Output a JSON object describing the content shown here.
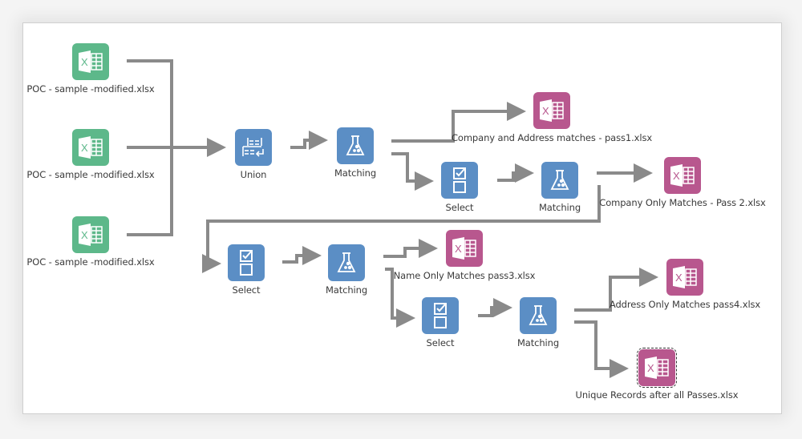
{
  "diagram": {
    "title": "Matching workflow",
    "colors": {
      "input_file": "#5db88a",
      "tool": "#5b8ec5",
      "output_file": "#b8578e",
      "connector": "#8a8a8a"
    },
    "inputs": [
      {
        "id": "in1",
        "label": "POC - sample -modified.xlsx",
        "icon": "excel-icon"
      },
      {
        "id": "in2",
        "label": "POC - sample -modified.xlsx",
        "icon": "excel-icon"
      },
      {
        "id": "in3",
        "label": "POC - sample -modified.xlsx",
        "icon": "excel-icon"
      }
    ],
    "tools": [
      {
        "id": "union",
        "label": "Union",
        "icon": "union-icon"
      },
      {
        "id": "match1",
        "label": "Matching",
        "icon": "flask-icon"
      },
      {
        "id": "select1",
        "label": "Select",
        "icon": "select-icon"
      },
      {
        "id": "match2",
        "label": "Matching",
        "icon": "flask-icon"
      },
      {
        "id": "select2",
        "label": "Select",
        "icon": "select-icon"
      },
      {
        "id": "match3",
        "label": "Matching",
        "icon": "flask-icon"
      },
      {
        "id": "select3",
        "label": "Select",
        "icon": "select-icon"
      },
      {
        "id": "match4",
        "label": "Matching",
        "icon": "flask-icon"
      }
    ],
    "outputs": [
      {
        "id": "out1",
        "label": "Company and Address matches - pass1.xlsx",
        "icon": "excel-icon"
      },
      {
        "id": "out2",
        "label": "Company Only Matches - Pass 2.xlsx",
        "icon": "excel-icon"
      },
      {
        "id": "out3",
        "label": "Name Only Matches pass3.xlsx",
        "icon": "excel-icon"
      },
      {
        "id": "out4",
        "label": "Address Only Matches pass4.xlsx",
        "icon": "excel-icon"
      },
      {
        "id": "out5",
        "label": "Unique Records after all Passes.xlsx",
        "icon": "excel-icon",
        "selected": true
      }
    ],
    "connections": [
      [
        "in1",
        "union"
      ],
      [
        "in2",
        "union"
      ],
      [
        "in3",
        "union"
      ],
      [
        "union",
        "match1"
      ],
      [
        "match1",
        "out1"
      ],
      [
        "match1",
        "select1"
      ],
      [
        "select1",
        "match2"
      ],
      [
        "match2",
        "out2"
      ],
      [
        "match2",
        "select2"
      ],
      [
        "select2",
        "match3"
      ],
      [
        "match3",
        "out3"
      ],
      [
        "match3",
        "select3"
      ],
      [
        "select3",
        "match4"
      ],
      [
        "match4",
        "out4"
      ],
      [
        "match4",
        "out5"
      ]
    ]
  }
}
